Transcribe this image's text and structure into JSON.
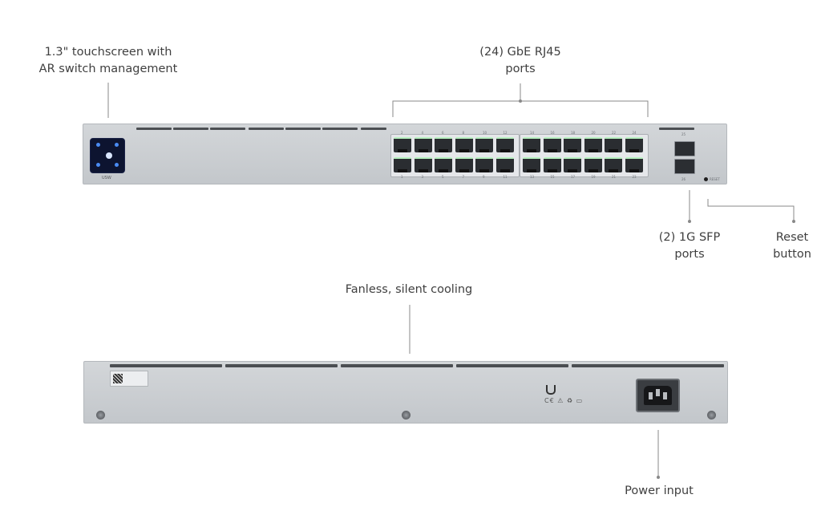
{
  "callouts": {
    "touchscreen": [
      "1.3\" touchscreen with",
      "AR switch management"
    ],
    "rj45": [
      "(24) GbE RJ45",
      "ports"
    ],
    "sfp": [
      "(2) 1G SFP",
      "ports"
    ],
    "reset": [
      "Reset",
      "button"
    ],
    "cooling": "Fanless, silent cooling",
    "power": "Power input"
  },
  "device": {
    "front_model_label": "USW",
    "rj45_top_numbers": [
      "2",
      "4",
      "6",
      "8",
      "10",
      "12",
      "14",
      "16",
      "18",
      "20",
      "22",
      "24"
    ],
    "rj45_bottom_numbers": [
      "1",
      "3",
      "5",
      "7",
      "9",
      "11",
      "13",
      "15",
      "17",
      "19",
      "21",
      "23"
    ],
    "sfp_numbers": [
      "25",
      "26"
    ],
    "reset_label": "RESET",
    "port_accent_color": "#b8f0c0",
    "screen_color": "#0d1430",
    "icon_names": [
      "touchscreen-display-icon",
      "qr-code-icon",
      "ubiquiti-logo-icon",
      "certification-marks-icon",
      "iec-power-socket-icon"
    ]
  }
}
